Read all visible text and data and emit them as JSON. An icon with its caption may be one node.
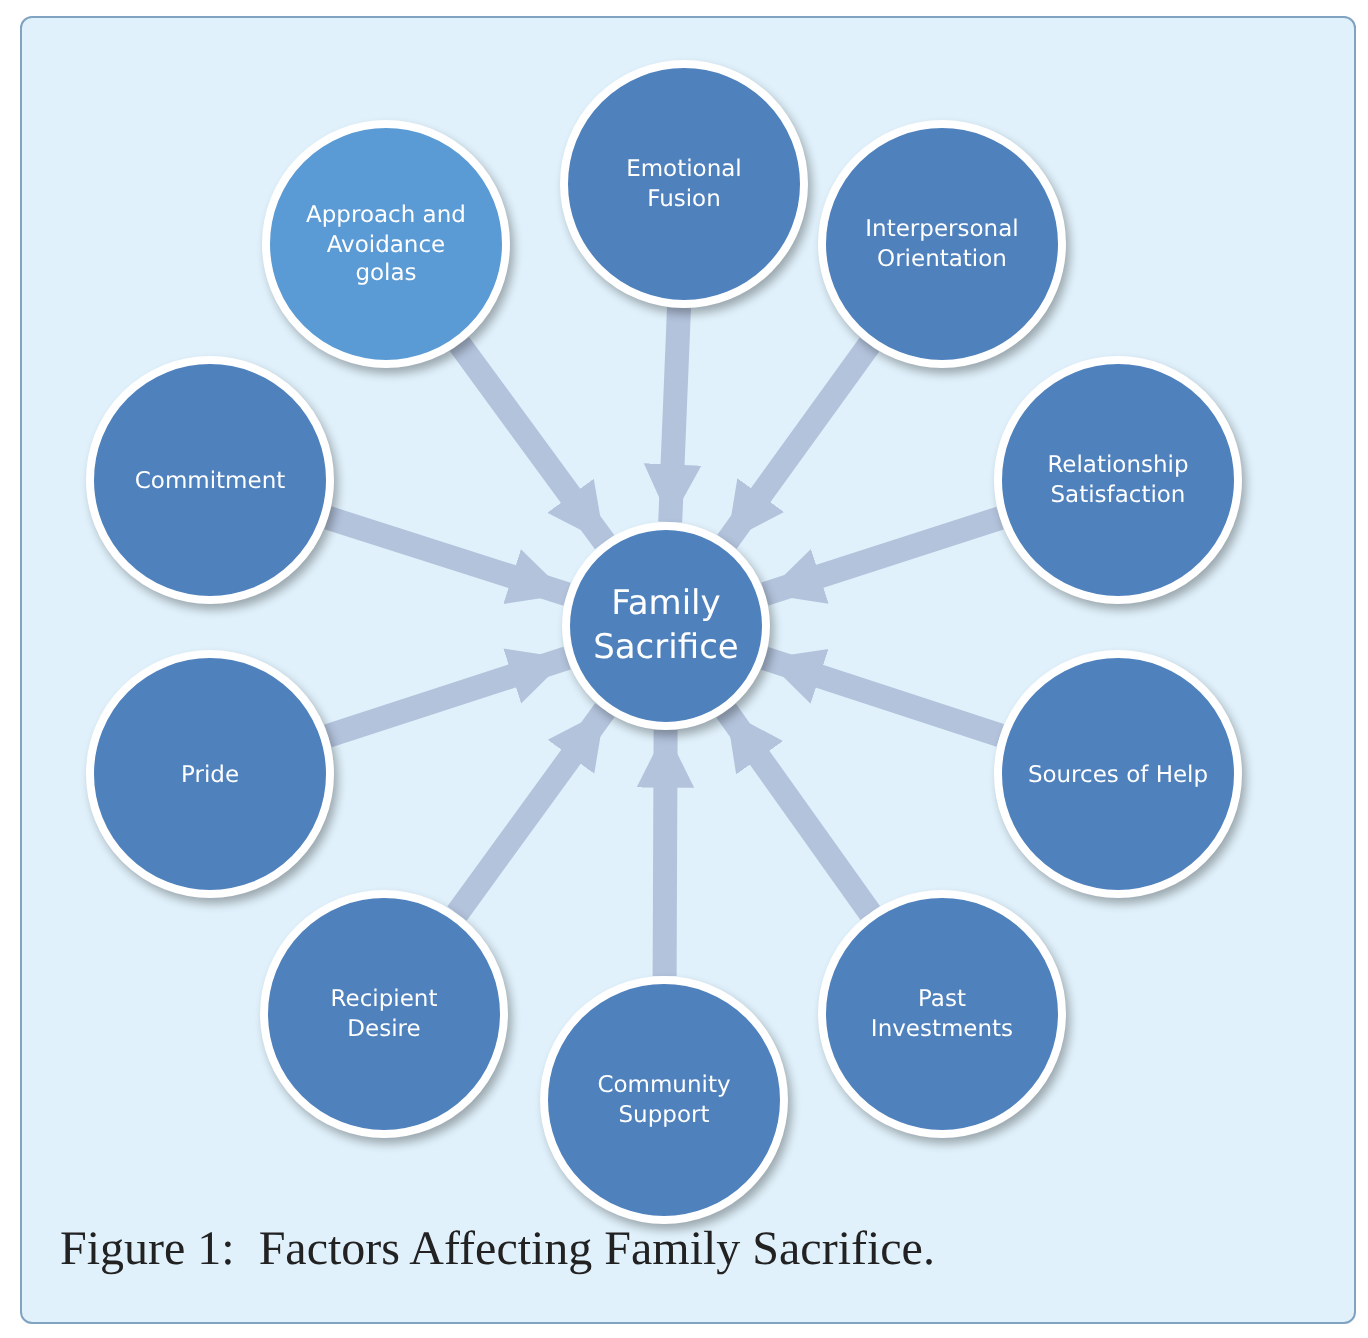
{
  "diagram": {
    "caption": "Figure 1:  Factors Affecting Family Sacrifice.",
    "nodes": [
      {
        "text": [
          "Family Sacrifice"
        ]
      },
      {
        "text": [
          "Emotional Fusion"
        ]
      },
      {
        "text": [
          "Interpersonal Orientation"
        ]
      },
      {
        "text": [
          "Relationship Satisfaction"
        ]
      },
      {
        "text": [
          "Sources of Help"
        ]
      },
      {
        "text": [
          "Past Investments"
        ]
      },
      {
        "text": [
          "Community Support"
        ]
      },
      {
        "text": [
          "Recipient Desire"
        ]
      },
      {
        "text": [
          "Pride"
        ]
      },
      {
        "text": [
          "Commitment"
        ]
      },
      {
        "text": [
          "Approach and Avoidance golas"
        ]
      }
    ],
    "edges": [
      {
        "from": 1,
        "to": 0,
        "arrow": "to"
      },
      {
        "from": 2,
        "to": 0,
        "arrow": "to"
      },
      {
        "from": 3,
        "to": 0,
        "arrow": "to"
      },
      {
        "from": 4,
        "to": 0,
        "arrow": "to"
      },
      {
        "from": 5,
        "to": 0,
        "arrow": "to"
      },
      {
        "from": 6,
        "to": 0,
        "arrow": "to"
      },
      {
        "from": 7,
        "to": 0,
        "arrow": "to"
      },
      {
        "from": 8,
        "to": 0,
        "arrow": "to"
      },
      {
        "from": 9,
        "to": 0,
        "arrow": "to"
      },
      {
        "from": 10,
        "to": 0,
        "arrow": "to"
      }
    ]
  }
}
